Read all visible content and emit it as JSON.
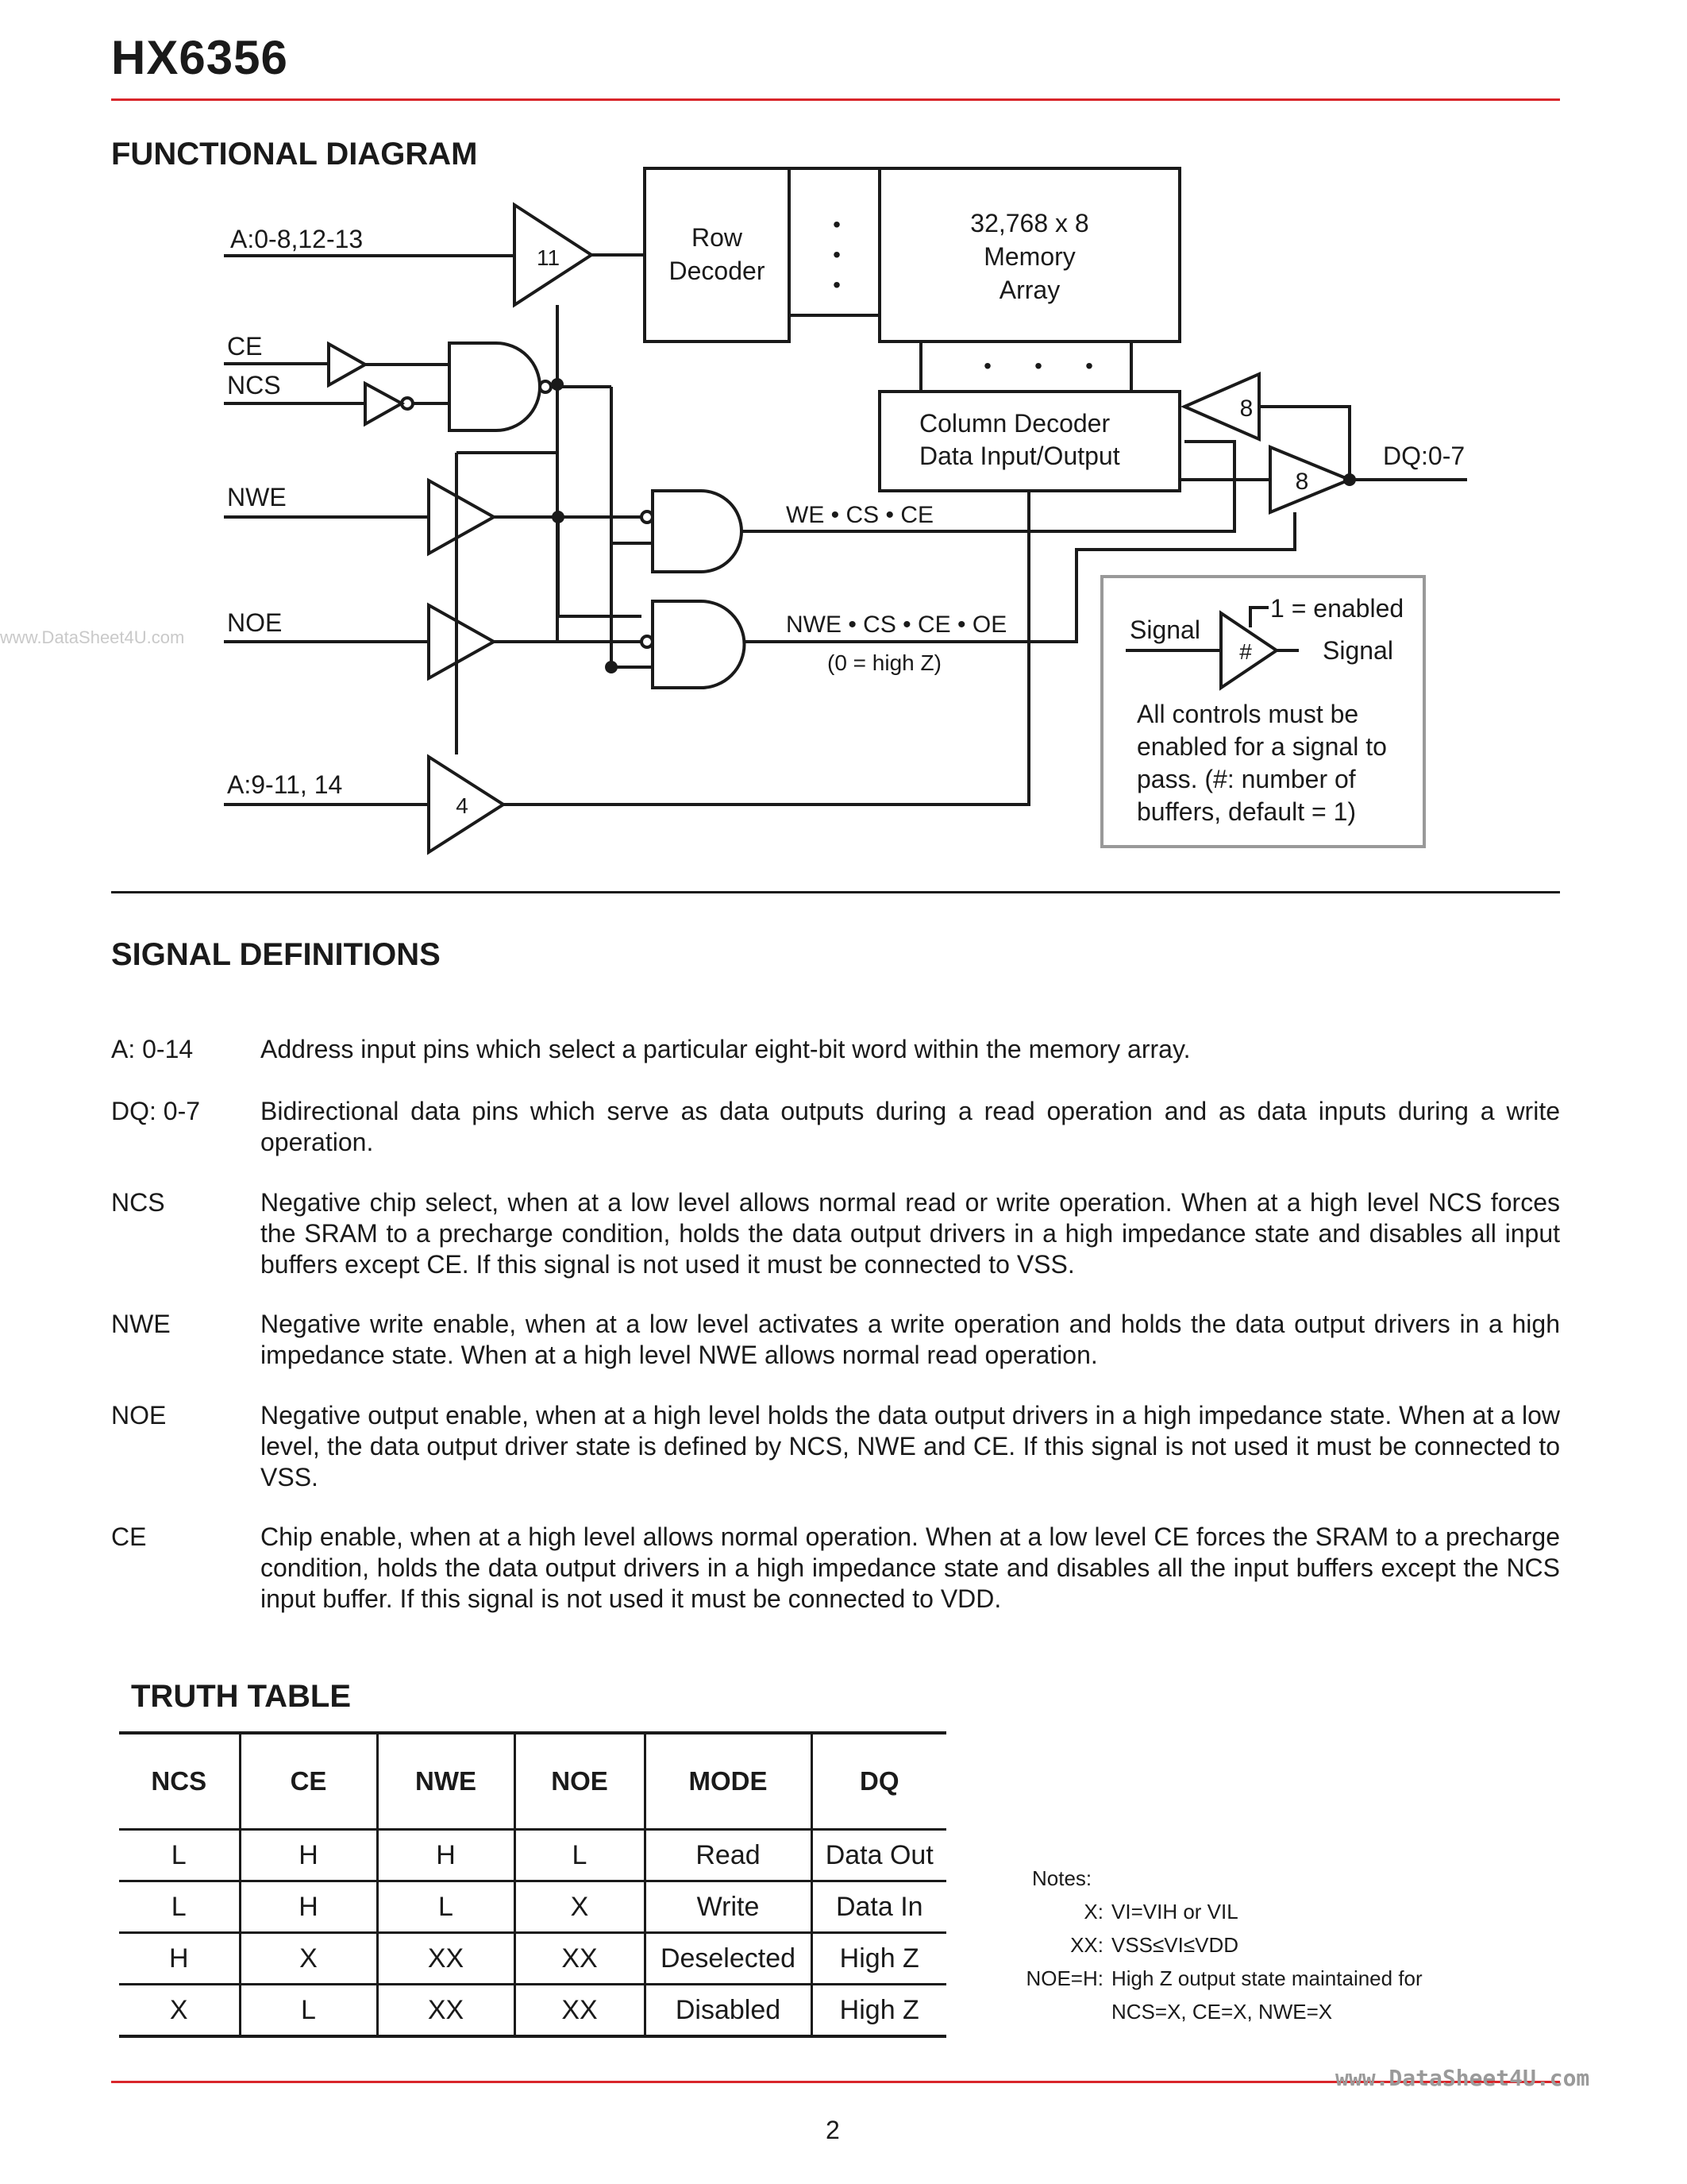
{
  "header": {
    "title": "HX6356"
  },
  "diagram": {
    "title": "FUNCTIONAL DIAGRAM",
    "inputs": {
      "addr_row": "A:0-8,12-13",
      "ce": "CE",
      "ncs": "NCS",
      "nwe": "NWE",
      "noe": "NOE",
      "addr_col": "A:9-11, 14"
    },
    "buffers": {
      "row": "11",
      "col": "4",
      "out_in": "8",
      "out_out": "8"
    },
    "blocks": {
      "row_decoder": [
        "Row",
        "Decoder"
      ],
      "memory_array": [
        "32,768 x 8",
        "Memory",
        "Array"
      ],
      "column_decoder": [
        "Column Decoder",
        "Data Input/Output"
      ]
    },
    "dots": "•",
    "signals": {
      "write_enable": "WE • CS • CE",
      "output_enable": "NWE • CS • CE • OE",
      "output_note": "(0 = high Z)",
      "dq": "DQ:0-7"
    },
    "legend": {
      "enabled_note": "1 = enabled",
      "input_label": "Signal",
      "buffer_symbol": "#",
      "output_label": "Signal",
      "description": [
        "All controls must be",
        "enabled for a signal to",
        "pass.  (#: number of",
        "buffers, default = 1)"
      ]
    },
    "watermark": "www.DataSheet4U.com"
  },
  "signals_section": {
    "title": "SIGNAL DEFINITIONS",
    "items": [
      {
        "name": "A: 0-14",
        "description": "Address input pins which select a particular eight-bit word within the memory array."
      },
      {
        "name": "DQ: 0-7",
        "description": "Bidirectional data pins which serve as data outputs during a read operation and as data inputs during a write operation."
      },
      {
        "name": "NCS",
        "description": "Negative chip select, when at a low level  allows normal read or write operation. When at a high level NCS forces the SRAM to a precharge condition, holds the data output drivers in a high impedance state and disables all input buffers except CE. If this signal is not used it must be connected to VSS."
      },
      {
        "name": "NWE",
        "description": "Negative write enable, when at a low level activates a write operation and holds the data output drivers in a high impedance state. When at a high level NWE allows normal read operation."
      },
      {
        "name": "NOE",
        "description": "Negative output enable, when at a high level holds the data output drivers in a high impedance state. When at a low level, the data output driver state is defined by NCS, NWE and CE. If this signal is not used it must be connected to VSS."
      },
      {
        "name": "CE",
        "description": "Chip enable, when at a high level allows normal operation. When at a low level CE forces the SRAM to a precharge condition, holds the data output drivers in a high impedance state and disables all the input buffers except the NCS input buffer. If this signal is not used it must be connected to VDD."
      }
    ]
  },
  "truth_table": {
    "title": "TRUTH TABLE",
    "headers": [
      "NCS",
      "CE",
      "NWE",
      "NOE",
      "MODE",
      "DQ"
    ],
    "rows": [
      [
        "L",
        "H",
        "H",
        "L",
        "Read",
        "Data Out"
      ],
      [
        "L",
        "H",
        "L",
        "X",
        "Write",
        "Data In"
      ],
      [
        "H",
        "X",
        "XX",
        "XX",
        "Deselected",
        "High Z"
      ],
      [
        "X",
        "L",
        "XX",
        "XX",
        "Disabled",
        "High Z"
      ]
    ]
  },
  "notes": {
    "heading": "Notes:",
    "items": [
      {
        "key": "X:",
        "value": "VI=VIH or VIL"
      },
      {
        "key": "XX:",
        "value": "VSS≤VI≤VDD"
      },
      {
        "key": "NOE=H:",
        "value": "High Z output state maintained for"
      },
      {
        "key": "",
        "value": "NCS=X, CE=X, NWE=X"
      }
    ]
  },
  "footer": {
    "watermark": "www.DataSheet4U.com",
    "page_number": "2"
  },
  "colors": {
    "accent_rule": "#d9262b",
    "text": "#1a1a1a",
    "legend_border": "#999999"
  }
}
